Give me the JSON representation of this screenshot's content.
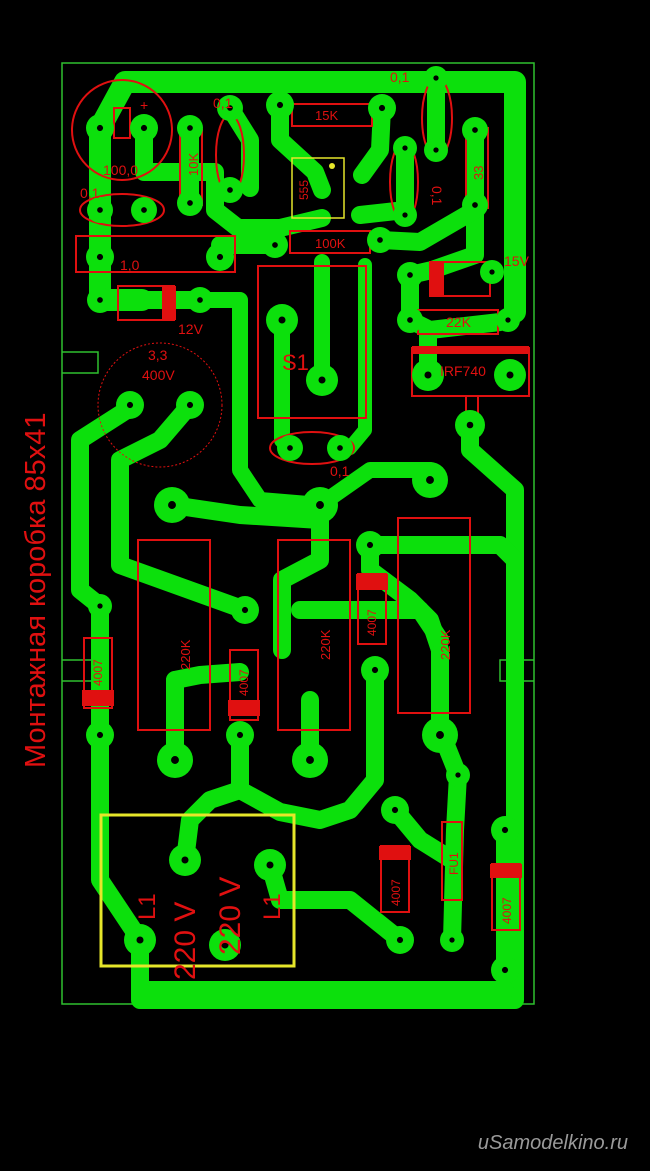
{
  "board_title": "Монтажная коробка 85x41",
  "watermark": "uSamodelkino.ru",
  "labels": {
    "c_100": "100,0",
    "c_plus": "+",
    "c01_a": "0,1",
    "c01_b": "0,1",
    "c01_c": "0,1",
    "c01_d": "0,1",
    "c01_e": "0,1",
    "c_1": "1,0",
    "c_33": "3,3",
    "c_400": "400V",
    "r10k": "10K",
    "r15k": "15K",
    "r100k": "100K",
    "r33": "33",
    "r22k": "22K",
    "r220k_a": "220K",
    "r220k_b": "220K",
    "r220k_c": "220K",
    "ic": "555",
    "z12": "12V",
    "z15": "15V",
    "mosfet": "IRF740",
    "switch": "S1",
    "d_a": "4007",
    "d_b": "4007",
    "d_c": "4007",
    "d_d": "4007",
    "d_e": "4007",
    "fuse": "FU1",
    "l1_a": "L1",
    "l1_b": "L1",
    "v_a": "220 V",
    "v_b": "220 V"
  },
  "colors": {
    "copper": "#0ce00c",
    "silk": "#e01010",
    "outline": "#2fc02f",
    "mark": "#e6e62a"
  }
}
